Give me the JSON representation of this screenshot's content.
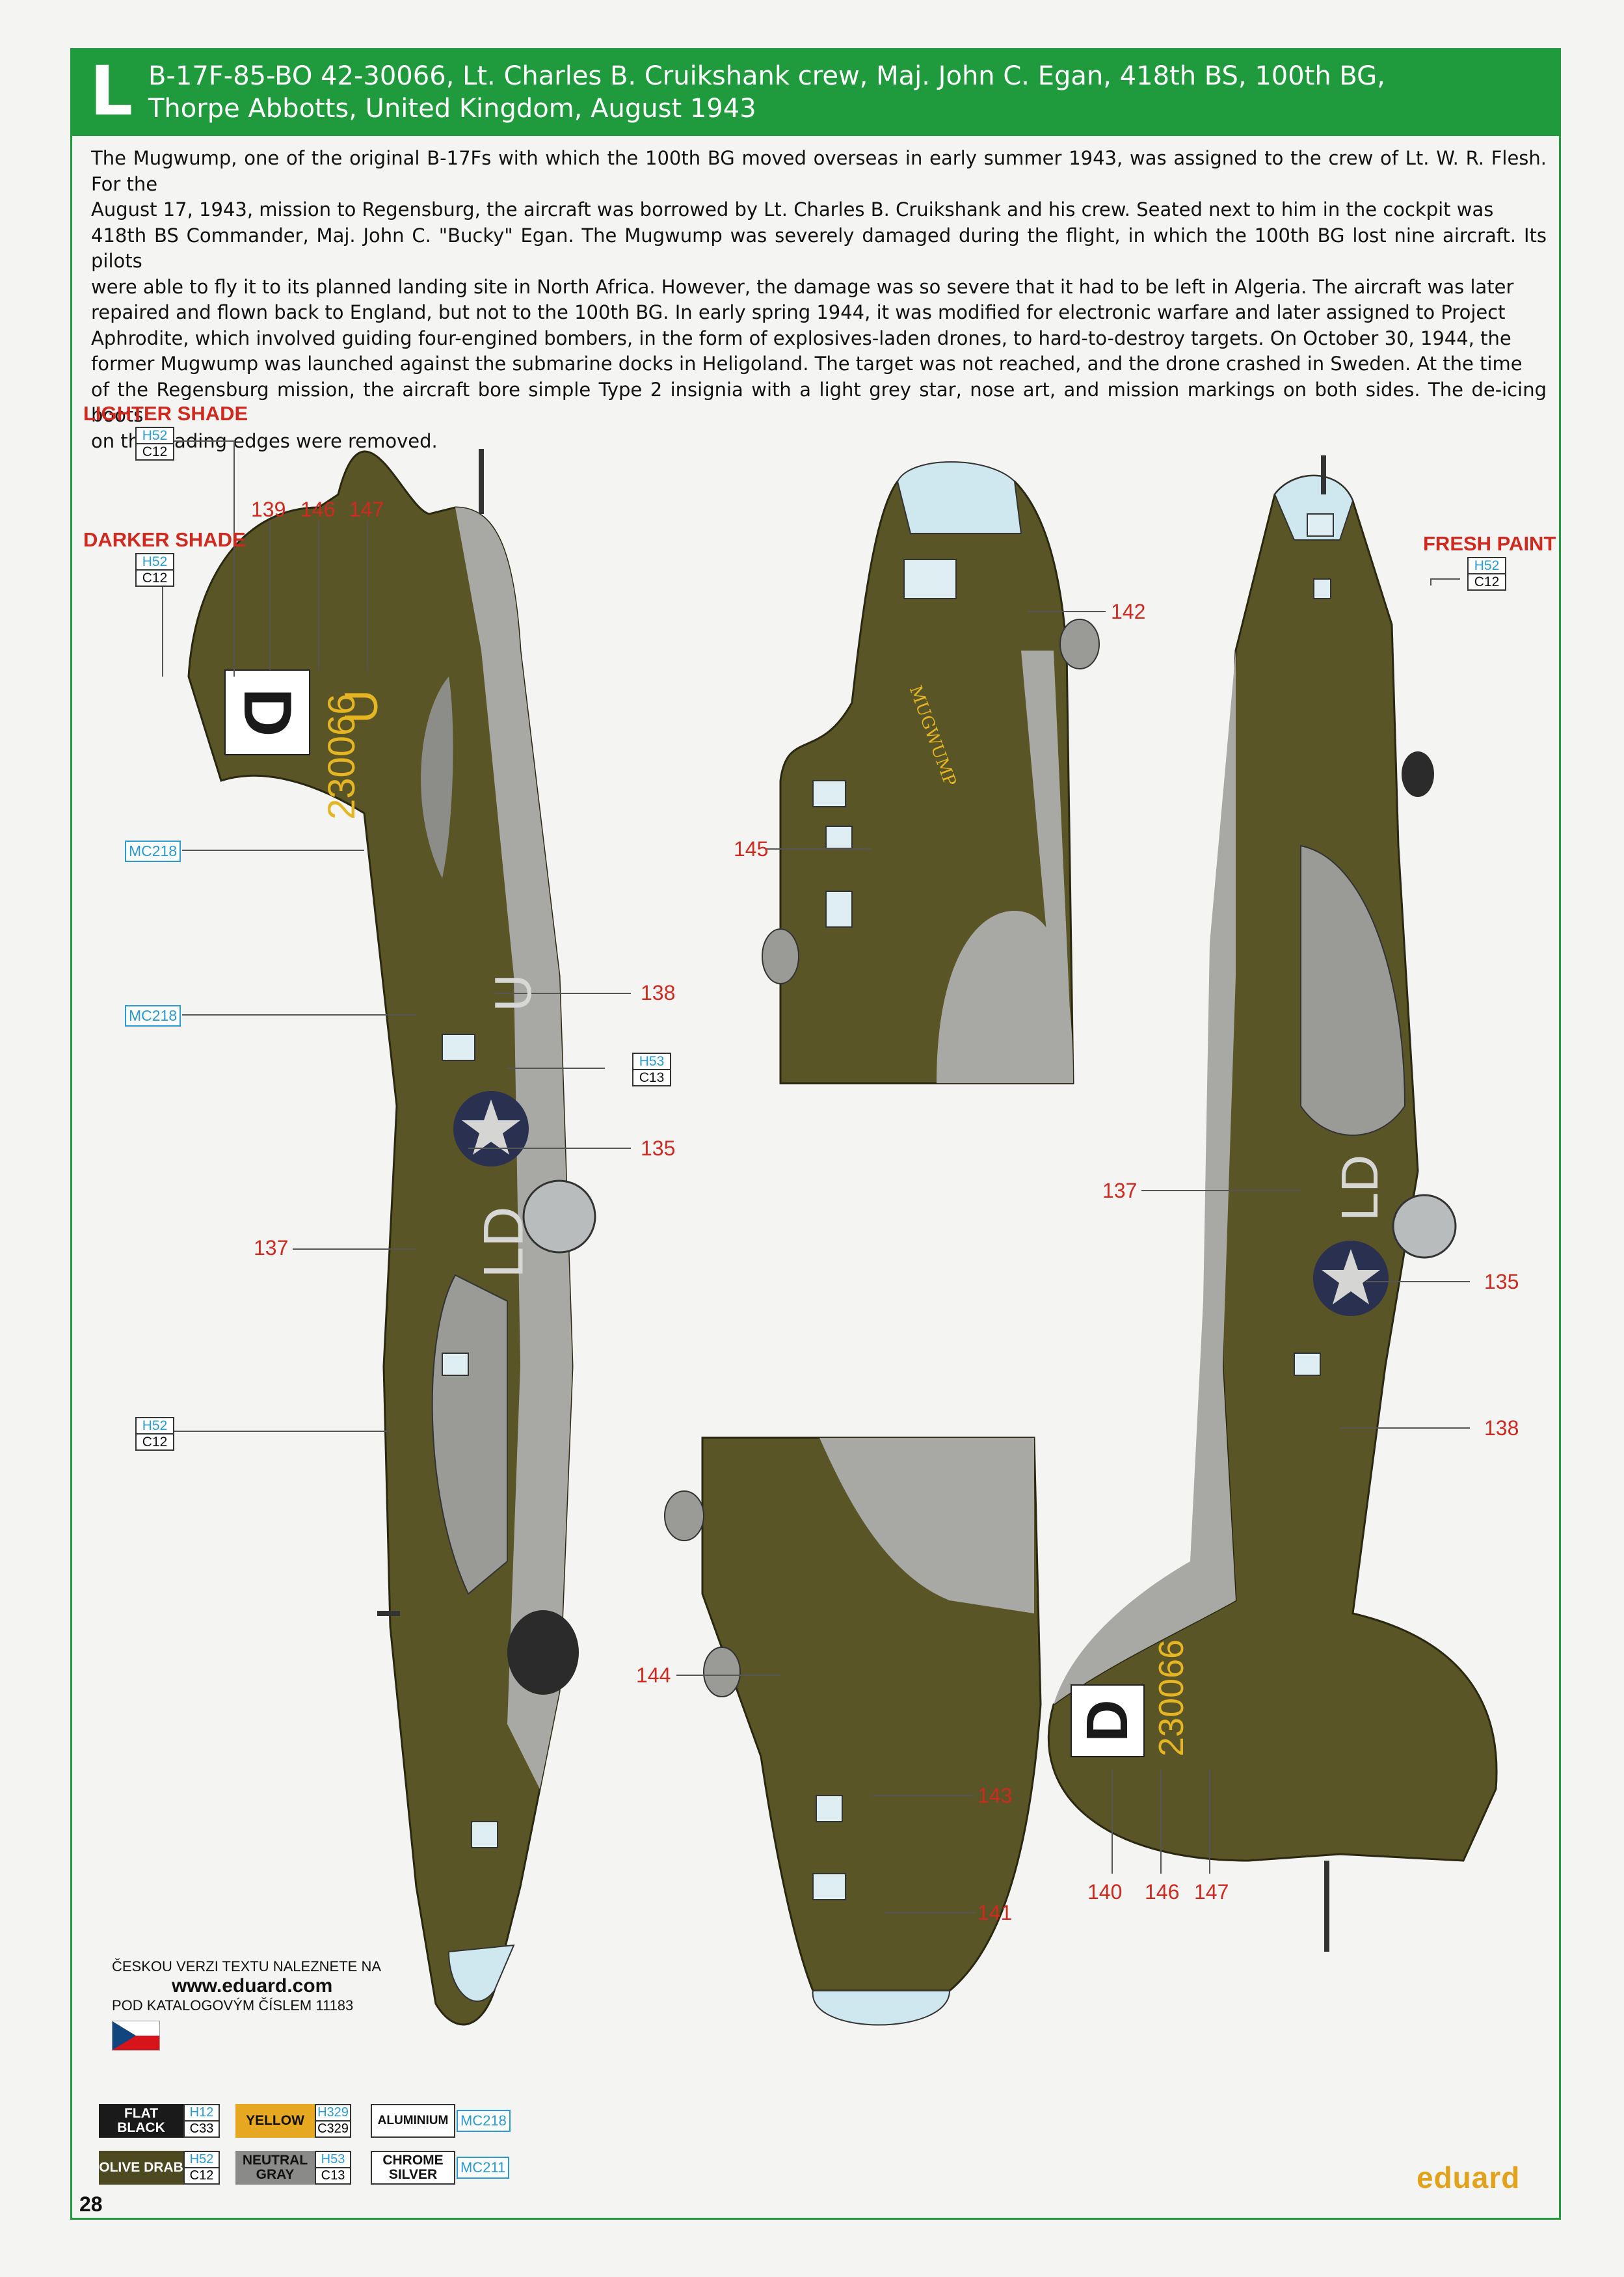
{
  "header": {
    "letter": "L",
    "line1": "B-17F-85-BO 42-30066, Lt. Charles B. Cruikshank crew, Maj. John C. Egan, 418th BS, 100th BG,",
    "line2": "Thorpe Abbotts, United Kingdom, August 1943"
  },
  "description": [
    "The Mugwump, one of the original B-17Fs with which the 100th BG moved overseas in early summer 1943, was assigned to the crew of Lt. W. R. Flesh. For the",
    "August 17, 1943, mission to Regensburg, the aircraft was borrowed by Lt. Charles B. Cruikshank and his crew. Seated next to him in the cockpit was",
    "418th BS Commander, Maj. John C. \"Bucky\" Egan. The Mugwump was severely damaged during the flight, in which the 100th BG lost nine aircraft. Its pilots",
    "were able to fly it to its planned landing site in North Africa. However, the damage was so severe that it had to be left in Algeria. The aircraft was later",
    "repaired and flown back to England, but not to the 100th BG. In early spring 1944, it was modified for electronic warfare and later assigned to Project",
    "Aphrodite, which involved guiding four-engined bombers, in the form of explosives-laden drones, to hard-to-destroy targets. On October 30, 1944, the",
    "former Mugwump was launched against the submarine docks in Heligoland. The target was not reached, and the drone crashed in Sweden. At the time",
    "of the Regensburg mission, the aircraft bore simple Type 2 insignia with a light grey star, nose art, and mission markings on both sides. The de-icing boots",
    "on the leading edges were removed."
  ],
  "labels": {
    "lighter_shade": "LIGHTER SHADE",
    "darker_shade": "DARKER SHADE",
    "fresh_paint": "FRESH PAINT"
  },
  "color_codes": {
    "h52": "H52",
    "c12": "C12",
    "h53": "H53",
    "c13": "C13",
    "mc218": "MC218",
    "mc211": "MC211"
  },
  "aircraft_markings": {
    "tail_letter": "D",
    "serial": "230066",
    "square_letter": "U",
    "squadron_code": "LD",
    "nose_art": "MUGWUMP"
  },
  "callouts": {
    "left": [
      "139",
      "146",
      "147",
      "138",
      "135",
      "137"
    ],
    "nose_top": [
      "142",
      "145"
    ],
    "nose_bottom": [
      "144",
      "143",
      "141"
    ],
    "right": [
      "137",
      "135",
      "138",
      "140",
      "146",
      "147"
    ]
  },
  "czech_note": {
    "line1": "ČESKOU VERZI TEXTU NALEZNETE NA",
    "url": "www.eduard.com",
    "line2": "POD KATALOGOVÝM ČÍSLEM 11183"
  },
  "legend": [
    {
      "name": "FLAT BLACK",
      "h": "H12",
      "c": "C33",
      "color": "#1a1a1a",
      "text_color": "#ffffff"
    },
    {
      "name": "YELLOW",
      "h": "H329",
      "c": "C329",
      "color": "#e5a820",
      "text_color": "#111111"
    },
    {
      "name": "ALUMINIUM",
      "mc": "MC218",
      "color": "#ffffff",
      "text_color": "#111111"
    },
    {
      "name": "OLIVE DRAB",
      "h": "H52",
      "c": "C12",
      "color": "#4d4a22",
      "text_color": "#ffffff"
    },
    {
      "name": "NEUTRAL GRAY",
      "h": "H53",
      "c": "C13",
      "color": "#8a8a88",
      "text_color": "#111111"
    },
    {
      "name": "CHROME SILVER",
      "mc": "MC211",
      "color": "#ffffff",
      "text_color": "#111111"
    }
  ],
  "page_number": "28",
  "brand": "eduard",
  "colors": {
    "header_green": "#1f9a3c",
    "olive_drab": "#5a5526",
    "neutral_gray": "#a8a9a5",
    "callout_red": "#d02a20",
    "code_blue": "#2a9bd0"
  }
}
